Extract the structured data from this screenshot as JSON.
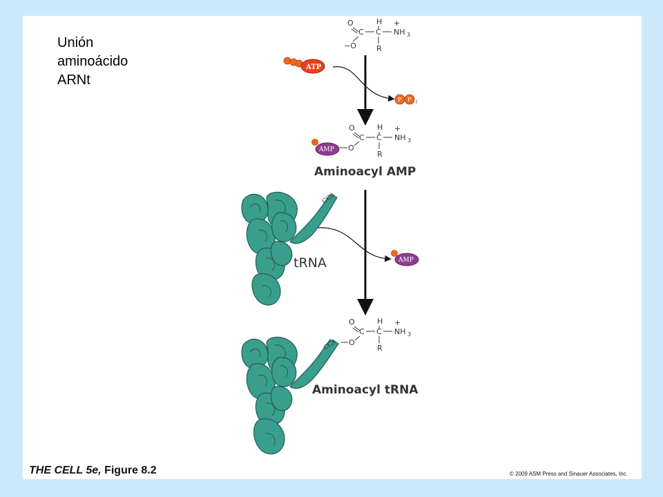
{
  "title": {
    "line1": "Unión",
    "line2": "aminoácido",
    "line3": "ARNt"
  },
  "labels": {
    "aminoacyl_amp": "Aminoacyl AMP",
    "trna": "tRNA",
    "aminoacyl_trna": "Aminoacyl tRNA",
    "atp": "ATP",
    "amp": "AMP",
    "ppi_p": "P",
    "ppi_sub": "i",
    "cca": "CCA"
  },
  "chem": {
    "o": "O",
    "o_minus": "−O",
    "c": "C",
    "h": "H",
    "r": "R",
    "nh3": "NH",
    "sub3": "3",
    "plus": "+"
  },
  "footer": {
    "figure_italic": "THE CELL 5e,",
    "figure_plain": " Figure 8.2",
    "copyright": "© 2009 ASM Press and Sinauer Associates, Inc."
  },
  "colors": {
    "background": "#cce9fb",
    "trna": "#3a9e8c",
    "atp": "#e8421f",
    "amp": "#8b3f8c",
    "phosphate": "#f06a1c"
  }
}
